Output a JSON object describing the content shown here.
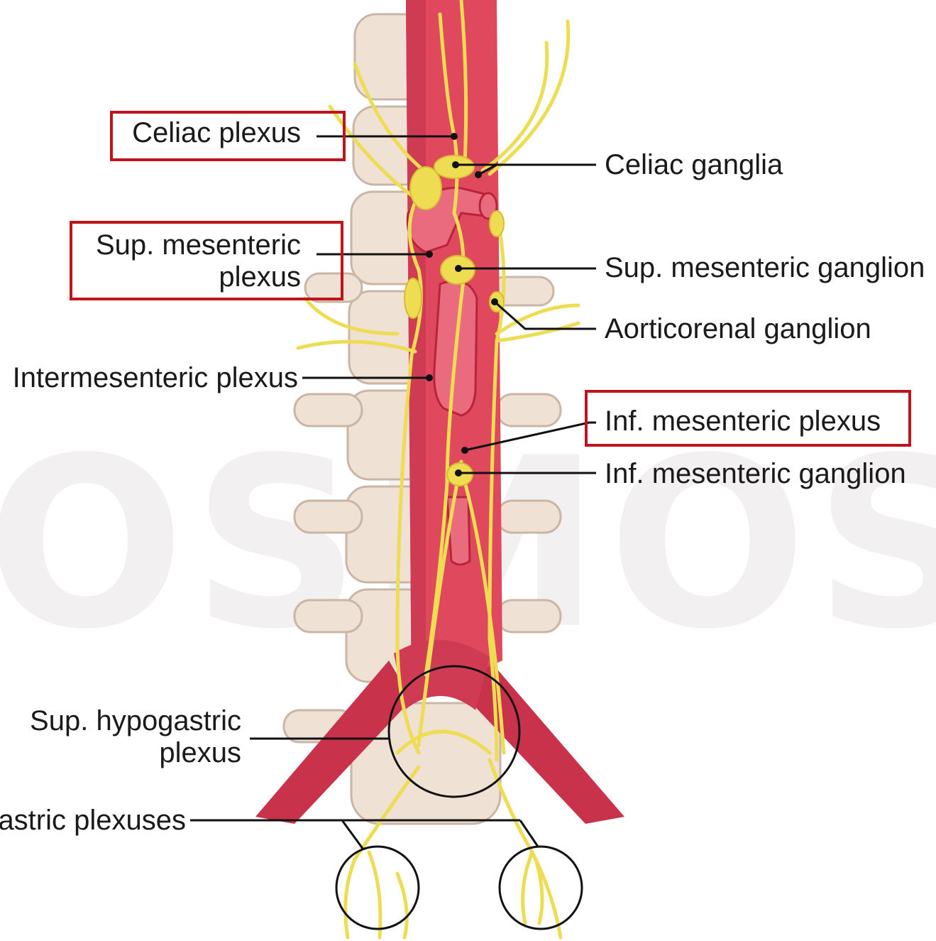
{
  "watermark": "OSMOSIS.ORG",
  "labels": {
    "celiac_plexus": "Celiac plexus",
    "sup_mesenteric_plexus_line1": "Sup. mesenteric",
    "sup_mesenteric_plexus_line2": "plexus",
    "intermesenteric_plexus": "Intermesenteric plexus",
    "sup_hypogastric_plexus_line1": "Sup. hypogastric",
    "sup_hypogastric_plexus_line2": "plexus",
    "hypogastric_plexuses": "astric plexuses",
    "celiac_ganglia": "Celiac ganglia",
    "sup_mesenteric_ganglion": "Sup. mesenteric ganglion",
    "aorticorenal_ganglion": "Aorticorenal ganglion",
    "inf_mesenteric_plexus": "Inf. mesenteric plexus",
    "inf_mesenteric_ganglion": "Inf. mesenteric ganglion"
  },
  "highlighted": [
    "Celiac plexus",
    "Sup. mesenteric plexus",
    "Inf. mesenteric plexus"
  ],
  "colors": {
    "highlight_box": "#c0141c",
    "aorta": "#e0485e",
    "aorta_dark": "#b8253b",
    "nerve": "#eedc52",
    "bone": "#efe1d4",
    "leader": "#111111"
  }
}
